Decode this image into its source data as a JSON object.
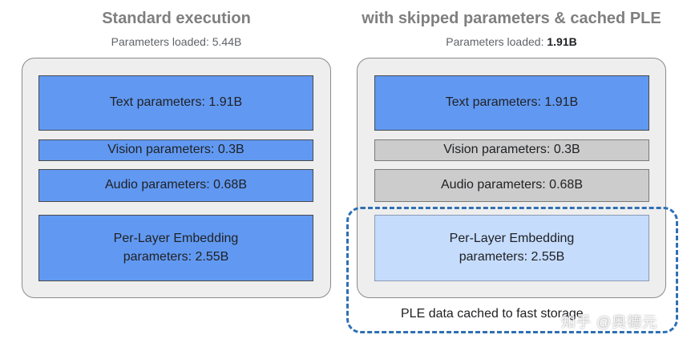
{
  "left_panel": {
    "title": "Standard execution",
    "subtitle_prefix": "Parameters loaded: ",
    "subtitle_value": "5.44B",
    "blocks": [
      {
        "label": "Text parameters: 1.91B",
        "state": "loaded"
      },
      {
        "label": "Vision parameters: 0.3B",
        "state": "loaded"
      },
      {
        "label": "Audio parameters: 0.68B",
        "state": "loaded"
      },
      {
        "label_line1": "Per-Layer Embedding",
        "label_line2": "parameters: 2.55B",
        "state": "loaded"
      }
    ]
  },
  "right_panel": {
    "title": "with skipped parameters & cached PLE",
    "subtitle_prefix": "Parameters loaded: ",
    "subtitle_value": "1.91B",
    "blocks": [
      {
        "label": "Text parameters: 1.91B",
        "state": "loaded"
      },
      {
        "label": "Vision parameters: 0.3B",
        "state": "skipped"
      },
      {
        "label": "Audio parameters: 0.68B",
        "state": "skipped"
      },
      {
        "label_line1": "Per-Layer Embedding",
        "label_line2": "parameters: 2.55B",
        "state": "cached"
      }
    ],
    "cache_caption": "PLE data cached to fast storage"
  },
  "watermark": "知乎 @奥德元",
  "colors": {
    "loaded": "#6199f2",
    "skipped": "#cccccc",
    "cached": "#c5dcfd",
    "panel_background": "#eeeeee",
    "dashed_border": "#2f6fb3",
    "title_grey": "#7f7f7f"
  }
}
